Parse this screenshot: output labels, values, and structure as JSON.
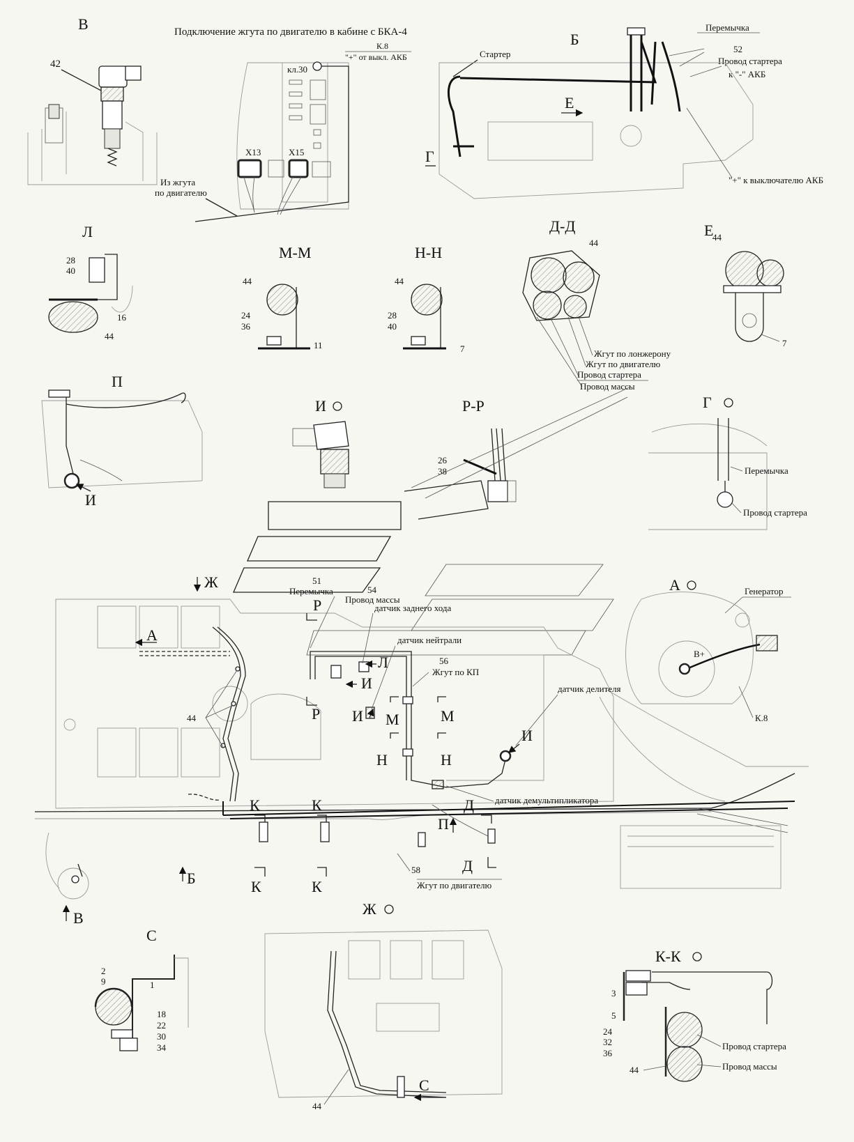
{
  "title": "Подключение жгута по двигателю в кабине с БКА-4",
  "views": {
    "v": "В",
    "b": "Б",
    "l": "Л",
    "mm": "М-М",
    "nn": "Н-Н",
    "dd": "Д-Д",
    "e": "Е",
    "p": "П",
    "i": "И",
    "rr": "Р-Р",
    "g": "Г",
    "a": "А",
    "zh": "Ж",
    "s": "С",
    "kk": "К-К"
  },
  "labels": {
    "k8": "К.8",
    "plus_from_switch": "\"+\" от выкл. АКБ",
    "kl30": "кл.30",
    "x13": "Х13",
    "x15": "Х15",
    "from_harness_1": "Из жгута",
    "from_harness_2": "по двигателю",
    "starter": "Стартер",
    "jumper": "Перемычка",
    "starter_wire": "Провод стартера",
    "to_minus_akb": "к \"-\" АКБ",
    "plus_to_switch": "\"+\" к выключателю АКБ",
    "longeron_harness": "Жгут по лонжерону",
    "engine_harness": "Жгут по двигателю",
    "ground_wire": "Провод массы",
    "generator": "Генератор",
    "b_plus": "В+",
    "reverse_sensor": "датчик заднего хода",
    "neutral_sensor": "датчик нейтрали",
    "kp_harness": "Жгут по КП",
    "divider_sensor": "датчик делителя",
    "demult_sensor": "датчик демультипликатора"
  },
  "numbers": {
    "n42": "42",
    "n52": "52",
    "n28": "28",
    "n40": "40",
    "n16": "16",
    "n44": "44",
    "n24": "24",
    "n36": "36",
    "n11": "11",
    "n7": "7",
    "n26": "26",
    "n38": "38",
    "n51": "51",
    "n54": "54",
    "n56": "56",
    "n58": "58",
    "n2": "2",
    "n9": "9",
    "n1": "1",
    "n18": "18",
    "n22": "22",
    "n30": "30",
    "n34": "34",
    "n3": "3",
    "n5": "5",
    "n32": "32"
  },
  "markers": {
    "zh": "Ж",
    "a": "А",
    "r": "Р",
    "i": "И",
    "l": "Л",
    "m": "М",
    "n": "Н",
    "k": "К",
    "p": "П",
    "d": "Д",
    "b": "Б",
    "v": "В"
  }
}
